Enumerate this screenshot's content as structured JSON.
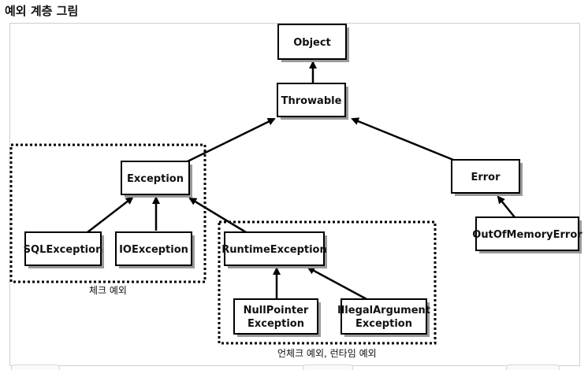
{
  "title": "예외 계층 그림",
  "groups": {
    "checked": "체크 예외",
    "unchecked": "언체크 예외, 런타임 예외"
  },
  "nodes": {
    "object": "Object",
    "throwable": "Throwable",
    "exception": "Exception",
    "error": "Error",
    "sql_exception": "SQLException",
    "io_exception": "IOException",
    "runtime_exception": "RuntimeException",
    "out_of_memory_error": "OutOfMemoryError",
    "null_pointer_line1": "NullPointer",
    "null_pointer_line2": "Exception",
    "illegal_argument_line1": "IllegalArgument",
    "illegal_argument_line2": "Exception"
  },
  "edges": [
    {
      "from": "throwable",
      "to": "object"
    },
    {
      "from": "exception",
      "to": "throwable"
    },
    {
      "from": "error",
      "to": "throwable"
    },
    {
      "from": "sql_exception",
      "to": "exception"
    },
    {
      "from": "io_exception",
      "to": "exception"
    },
    {
      "from": "runtime_exception",
      "to": "exception"
    },
    {
      "from": "out_of_memory_error",
      "to": "error"
    },
    {
      "from": "null_pointer_exception",
      "to": "runtime_exception"
    },
    {
      "from": "illegal_argument_exception",
      "to": "runtime_exception"
    }
  ]
}
